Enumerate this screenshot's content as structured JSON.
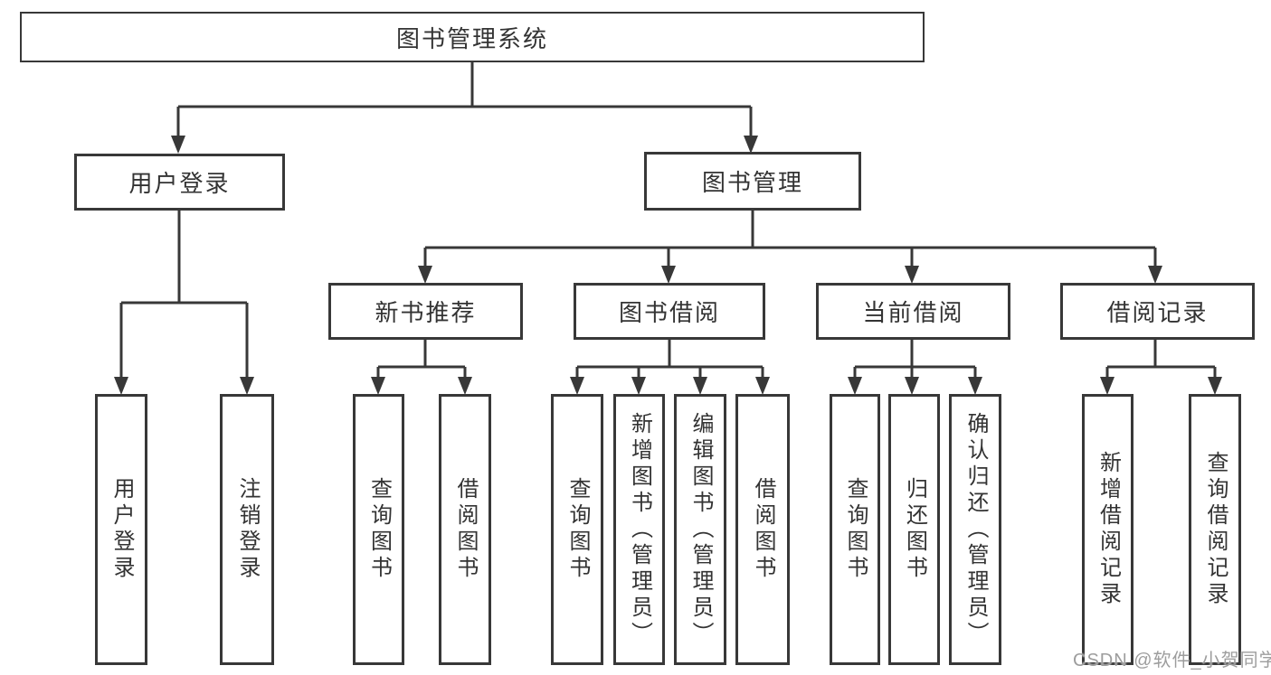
{
  "diagram": {
    "title": "图书管理系统",
    "root": {
      "label": "图书管理系统"
    },
    "level2": [
      {
        "label": "用户登录"
      },
      {
        "label": "图书管理"
      }
    ],
    "level3": [
      {
        "label": "新书推荐"
      },
      {
        "label": "图书借阅"
      },
      {
        "label": "当前借阅"
      },
      {
        "label": "借阅记录"
      }
    ],
    "leaves": [
      {
        "label": "用户登录"
      },
      {
        "label": "注销登录"
      },
      {
        "label": "查询图书"
      },
      {
        "label": "借阅图书"
      },
      {
        "label": "查询图书"
      },
      {
        "label": "新增图书（管理员）"
      },
      {
        "label": "编辑图书（管理员）"
      },
      {
        "label": "借阅图书"
      },
      {
        "label": "查询图书"
      },
      {
        "label": "归还图书"
      },
      {
        "label": "确认归还（管理员）"
      },
      {
        "label": "新增借阅记录"
      },
      {
        "label": "查询借阅记录"
      }
    ]
  },
  "watermark": {
    "text": "CSDN @软件_小贺同学"
  },
  "colors": {
    "line": "#383838",
    "text": "#333333",
    "watermark": "#9d9d9d",
    "background": "#ffffff"
  }
}
